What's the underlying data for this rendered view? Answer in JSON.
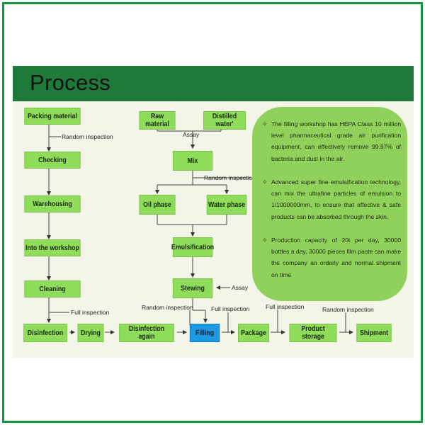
{
  "title": "Process",
  "left_chain": {
    "packing": "Packing material",
    "checking": "Checking",
    "warehousing": "Warehousing",
    "into_workshop": "Into the workshop",
    "cleaning": "Cleaning"
  },
  "mid_chain": {
    "raw_material": "Raw material",
    "distilled_water": "Distilled water'",
    "mix": "Mix",
    "oil_phase": "Oil phase",
    "water_phase": "Water phase",
    "emulsification": "Emulsification",
    "stewing": "Stewing"
  },
  "bottom_chain": {
    "disinfection": "Disinfection",
    "drying": "Drying",
    "disinfection_again": "Disinfection again",
    "filling": "Filling",
    "package": "Package",
    "product_storage": "Product storage",
    "shipment": "Shipment"
  },
  "labels": {
    "random_inspection": "Random inspection",
    "assay": "Assay",
    "full_inspection": "Full inspection"
  },
  "info_bullets": [
    "The filling workshop has HEPA Class 10 million level pharmaceutical grade air purification equipment, can effectively remove 99.97% of bacteria and dust in the air.",
    "Advanced super fine emulsification technology, can mix the ultrafine particles of emulsion to 1/1000000mm, to ensure that effective & safe products can be absorbed through the skin.",
    "Production capacity of 20t per day, 30000 bottles a day, 30000 pieces film paste can make the company an orderly and normal shipment on time"
  ],
  "bullet_marker": "✧",
  "colors": {
    "border": "#139a3e",
    "header": "#1f7a3a",
    "box": "#8fdc5a",
    "highlight_box": "#1e9ae3",
    "info_panel": "#8fd15b"
  }
}
